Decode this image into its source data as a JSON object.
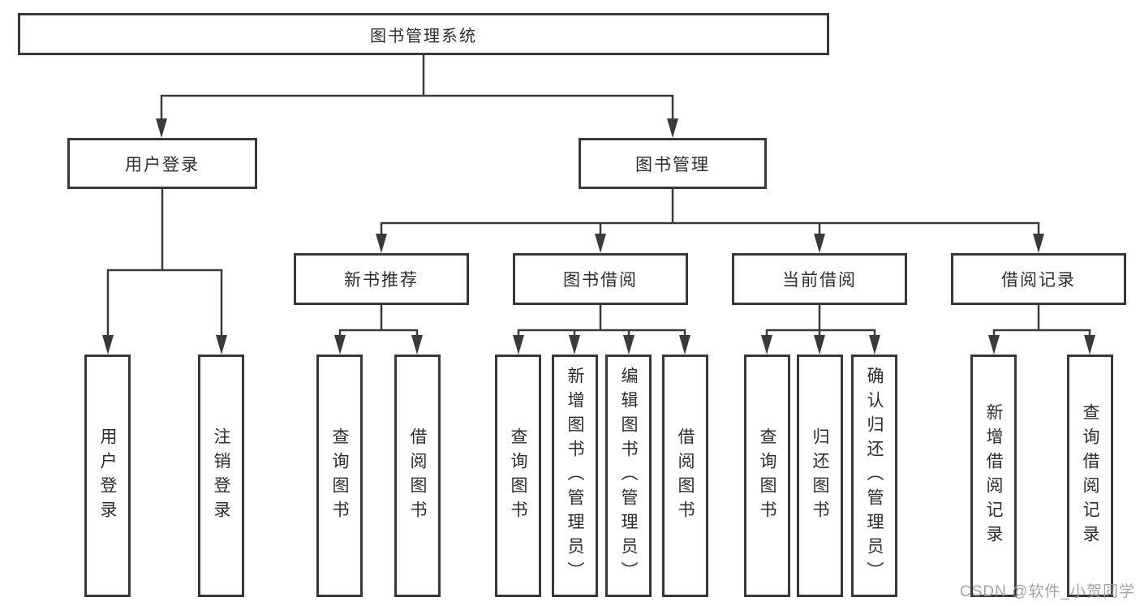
{
  "colors": {
    "line": "#3a3a3a",
    "box_border": "#383838",
    "text": "#2d2d2d",
    "watermark_text": "#9c9c9c",
    "background": "#ffffff"
  },
  "watermark": {
    "text": "CSDN @软件_小贺同学"
  },
  "diagram": {
    "type": "tree",
    "title": "图书管理系统",
    "nodes": {
      "root": "图书管理系统",
      "user_login": "用户登录",
      "book_mgmt": "图书管理",
      "new_rec": "新书推荐",
      "book_borrow": "图书借阅",
      "current_borrow": "当前借阅",
      "borrow_records": "借阅记录",
      "leaf_user_login": "用户登录",
      "leaf_logout": "注销登录",
      "leaf_rec_query": "查询图书",
      "leaf_rec_borrow": "借阅图书",
      "leaf_bb_query": "查询图书",
      "leaf_bb_add": "新增图书（管理员）",
      "leaf_bb_edit": "编辑图书（管理员）",
      "leaf_bb_borrow": "借阅图书",
      "leaf_cb_query": "查询图书",
      "leaf_cb_return": "归还图书",
      "leaf_cb_confirm": "确认归还（管理员）",
      "leaf_br_add": "新增借阅记录",
      "leaf_br_query": "查询借阅记录"
    },
    "hierarchy": {
      "图书管理系统": [
        "用户登录",
        "图书管理"
      ],
      "用户登录": [
        "用户登录",
        "注销登录"
      ],
      "图书管理": [
        "新书推荐",
        "图书借阅",
        "当前借阅",
        "借阅记录"
      ],
      "新书推荐": [
        "查询图书",
        "借阅图书"
      ],
      "图书借阅": [
        "查询图书",
        "新增图书（管理员）",
        "编辑图书（管理员）",
        "借阅图书"
      ],
      "当前借阅": [
        "查询图书",
        "归还图书",
        "确认归还（管理员）"
      ],
      "借阅记录": [
        "新增借阅记录",
        "查询借阅记录"
      ]
    }
  }
}
